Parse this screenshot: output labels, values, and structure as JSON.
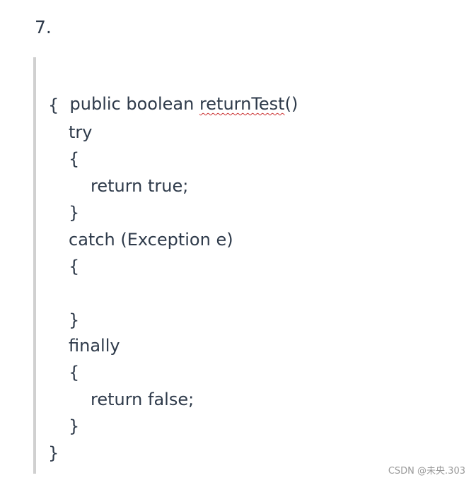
{
  "question": {
    "number": "7."
  },
  "code": {
    "signature_prefix": "public boolean ",
    "method_name": "returnTest",
    "signature_suffix": "()",
    "lines": [
      "{",
      "try",
      "{",
      "return true;",
      "}",
      "catch (Exception e)",
      "{",
      "",
      "}",
      "finally",
      "{",
      "return false;",
      "}",
      "}"
    ]
  },
  "watermark": {
    "text": "CSDN @未央.303"
  }
}
